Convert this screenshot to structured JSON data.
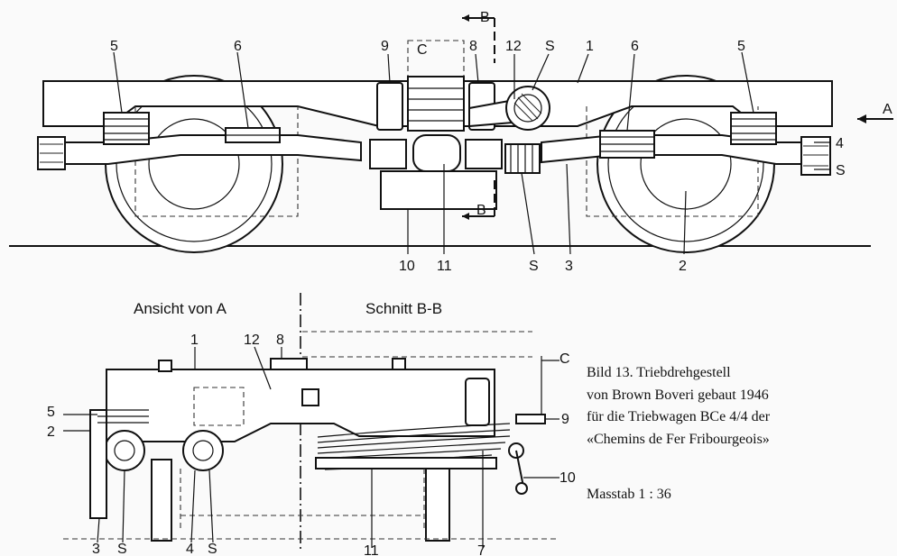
{
  "top_view": {
    "section_marker": "B",
    "view_marker": "A",
    "labels": {
      "c": "C",
      "n8": "8",
      "n9": "9",
      "n12": "12",
      "s_top": "S",
      "n1": "1",
      "n6_left": "6",
      "n5_left": "5",
      "n6_right": "6",
      "n5_right": "5",
      "n4": "4",
      "s_right": "S",
      "n10": "10",
      "n11": "11",
      "s_bottom": "S",
      "n3": "3",
      "n2": "2"
    }
  },
  "bottom_view": {
    "left_heading": "Ansicht von A",
    "right_heading": "Schnitt B-B",
    "labels": {
      "n1": "1",
      "n12": "12",
      "n8": "8",
      "c": "C",
      "n5": "5",
      "n2": "2",
      "n9": "9",
      "n10": "10",
      "n3": "3",
      "s1": "S",
      "n4": "4",
      "s2": "S",
      "n11": "11",
      "n7": "7"
    }
  },
  "caption": {
    "line1": "Bild 13.  Triebdrehgestell",
    "line2": "von Brown Boveri gebaut 1946",
    "line3": "für die Triebwagen BCe 4/4 der",
    "line4": "«Chemins de Fer Fribourgeois»",
    "scale": "Masstab 1 : 36"
  }
}
